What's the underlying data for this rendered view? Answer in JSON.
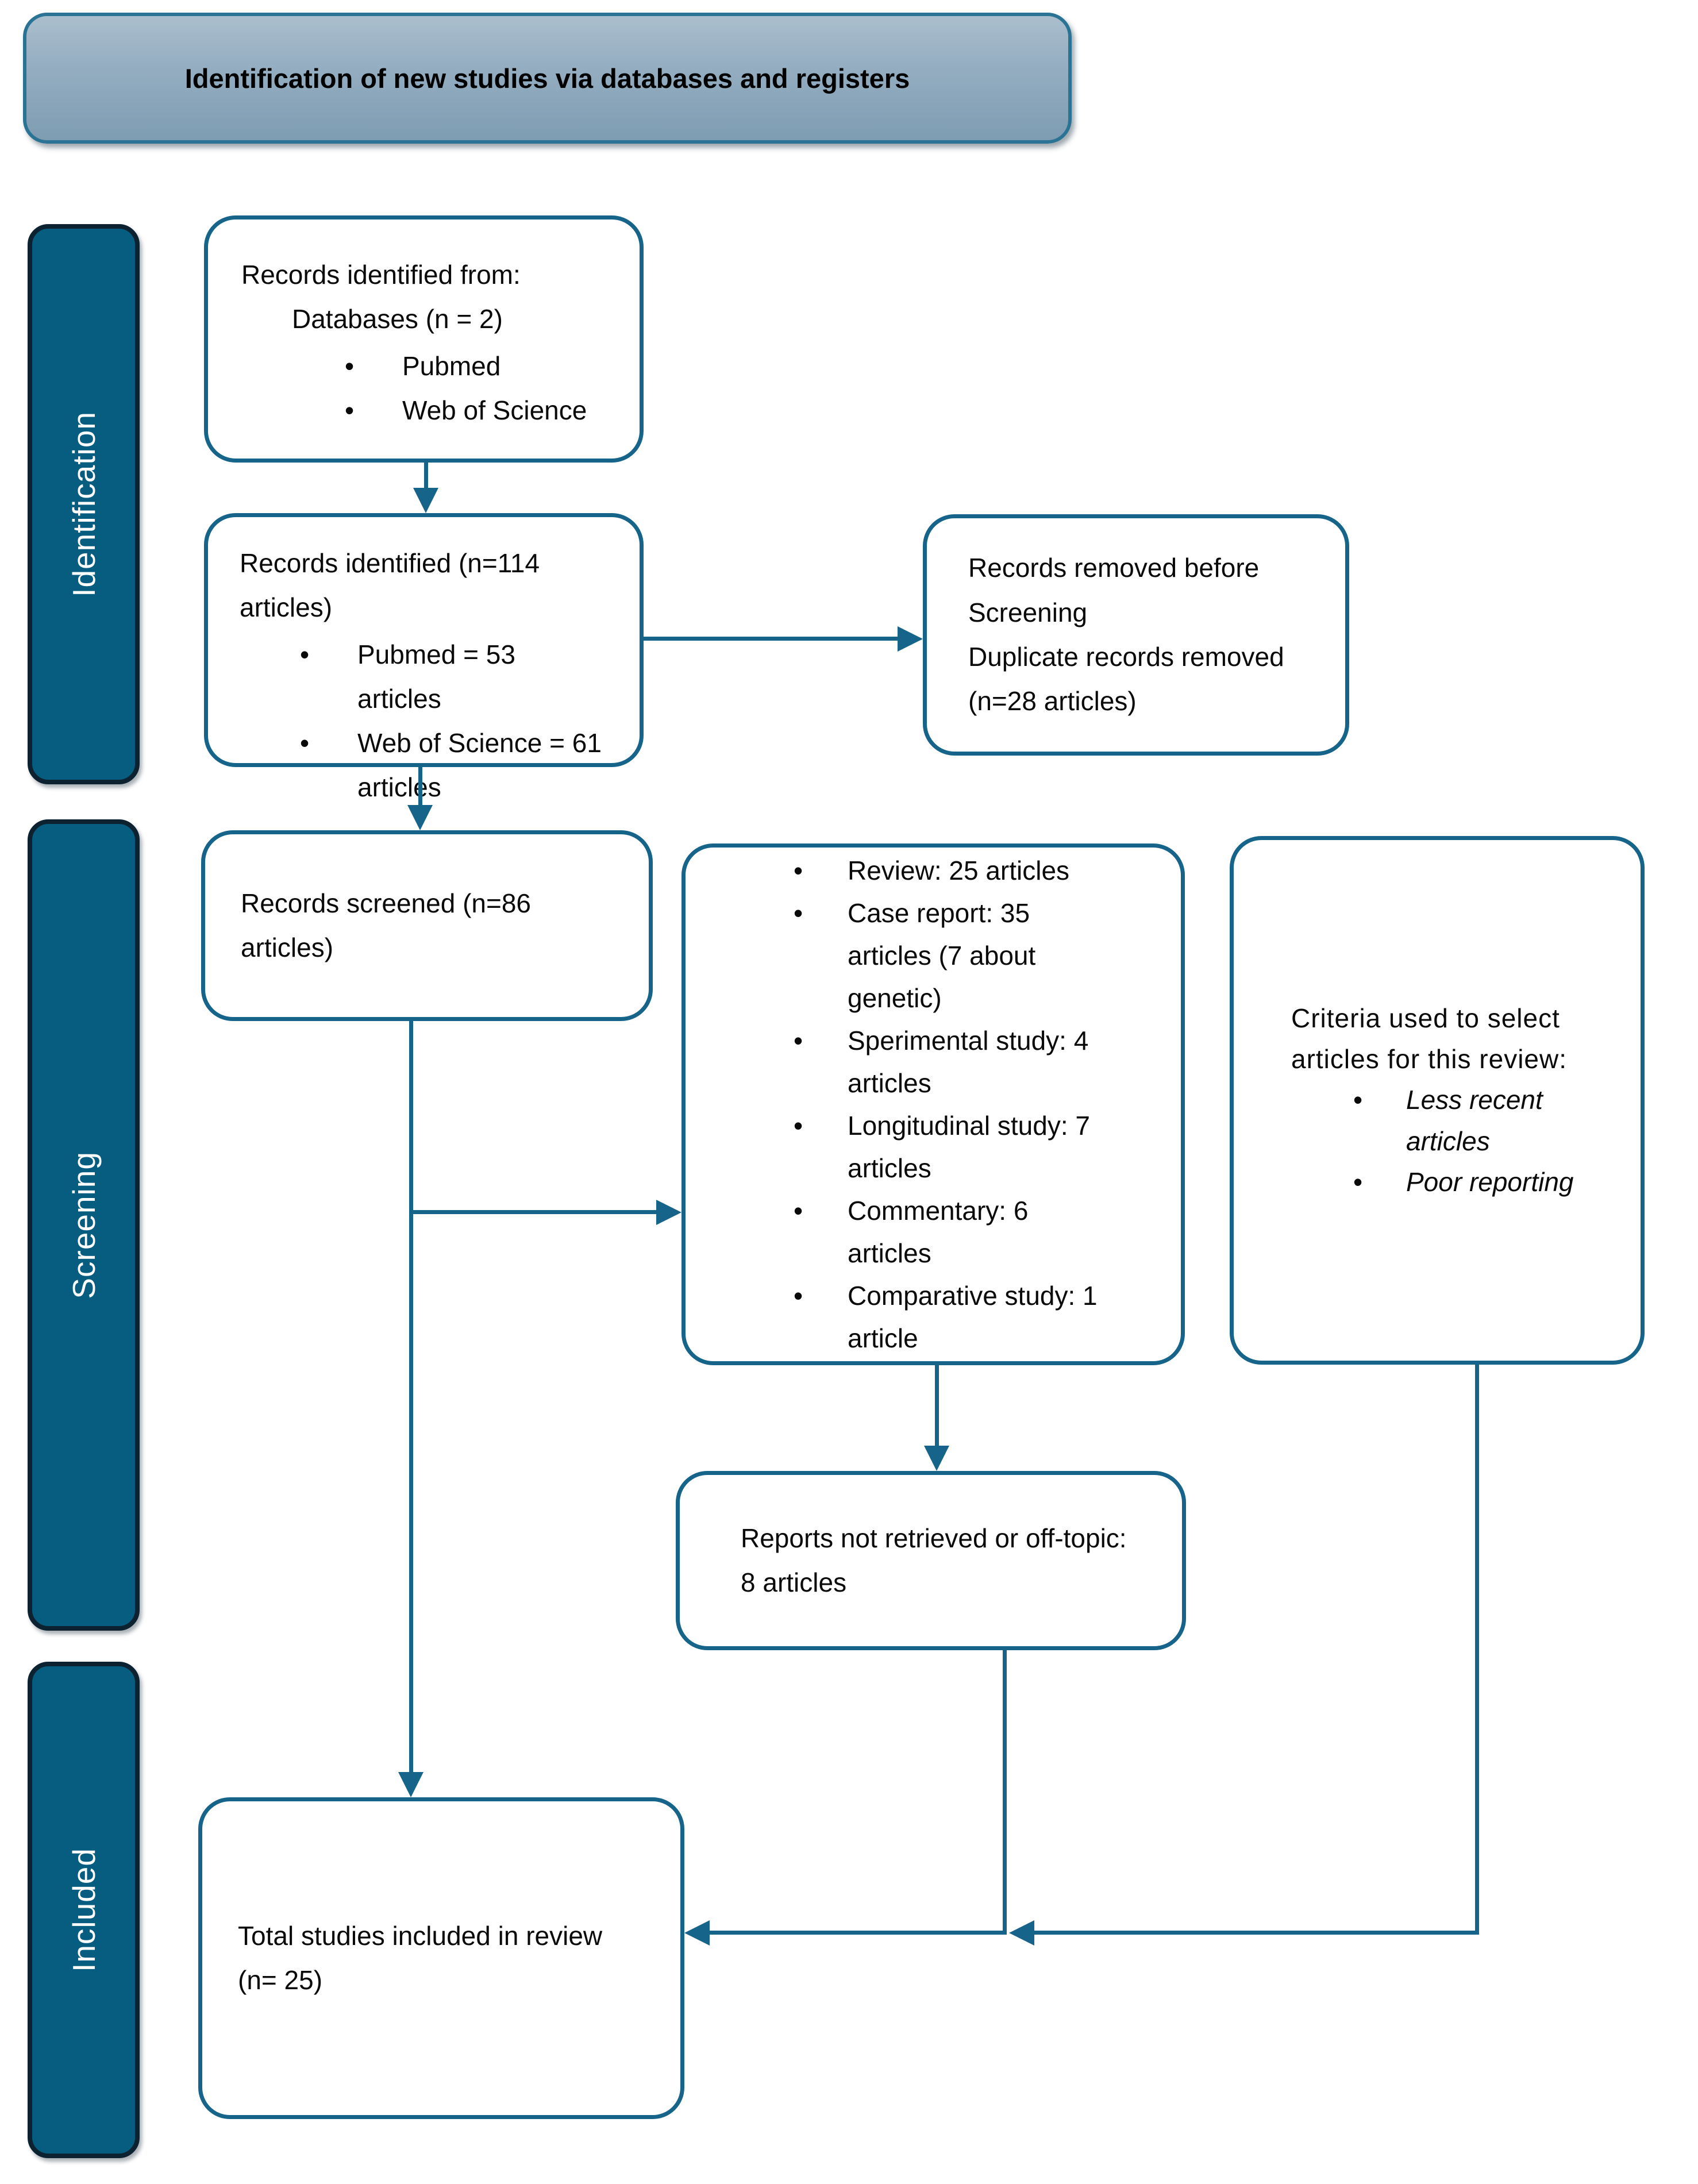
{
  "header": {
    "title": "Identification of new studies via databases and registers"
  },
  "stages": {
    "identification": "Identification",
    "screening": "Screening",
    "included": "Included"
  },
  "boxes": {
    "records_identified_from": {
      "line1": "Records identified from:",
      "line2": "Databases (n = 2)",
      "bullets": [
        "Pubmed",
        "Web of Science"
      ]
    },
    "records_identified": {
      "heading": "Records identified (n=114\narticles)",
      "bullets": [
        "Pubmed = 53\narticles",
        "Web of Science = 61\narticles"
      ]
    },
    "records_removed": {
      "text": "Records removed before\nScreening\nDuplicate records removed\n(n=28 articles)"
    },
    "records_screened": {
      "text": "Records screened (n=86\narticles)"
    },
    "screening_breakdown": {
      "bullets": [
        "Review: 25 articles",
        "Case report: 35\narticles (7 about\ngenetic)",
        "Sperimental study: 4\narticles",
        "Longitudinal study: 7\narticles",
        "Commentary: 6\narticles",
        "Comparative study: 1\narticle"
      ]
    },
    "criteria": {
      "heading": "Criteria used to select\narticles for this review:",
      "bullets": [
        "Less recent\narticles",
        "Poor reporting"
      ]
    },
    "reports_not_retrieved": {
      "text": "Reports not retrieved or off-topic:\n8 articles"
    },
    "total_included": {
      "text": "Total studies included in review\n(n= 25)"
    }
  },
  "colors": {
    "connector_and_box_border": "#16648a",
    "stage_bar_fill": "#075d80",
    "stage_bar_border": "#0c2231",
    "header_gradient_top": "#aabecd",
    "header_gradient_bottom": "#7e9cb2",
    "header_border": "#2b7394",
    "text": "#0a0a0a",
    "stage_label_text": "#ffffff"
  }
}
